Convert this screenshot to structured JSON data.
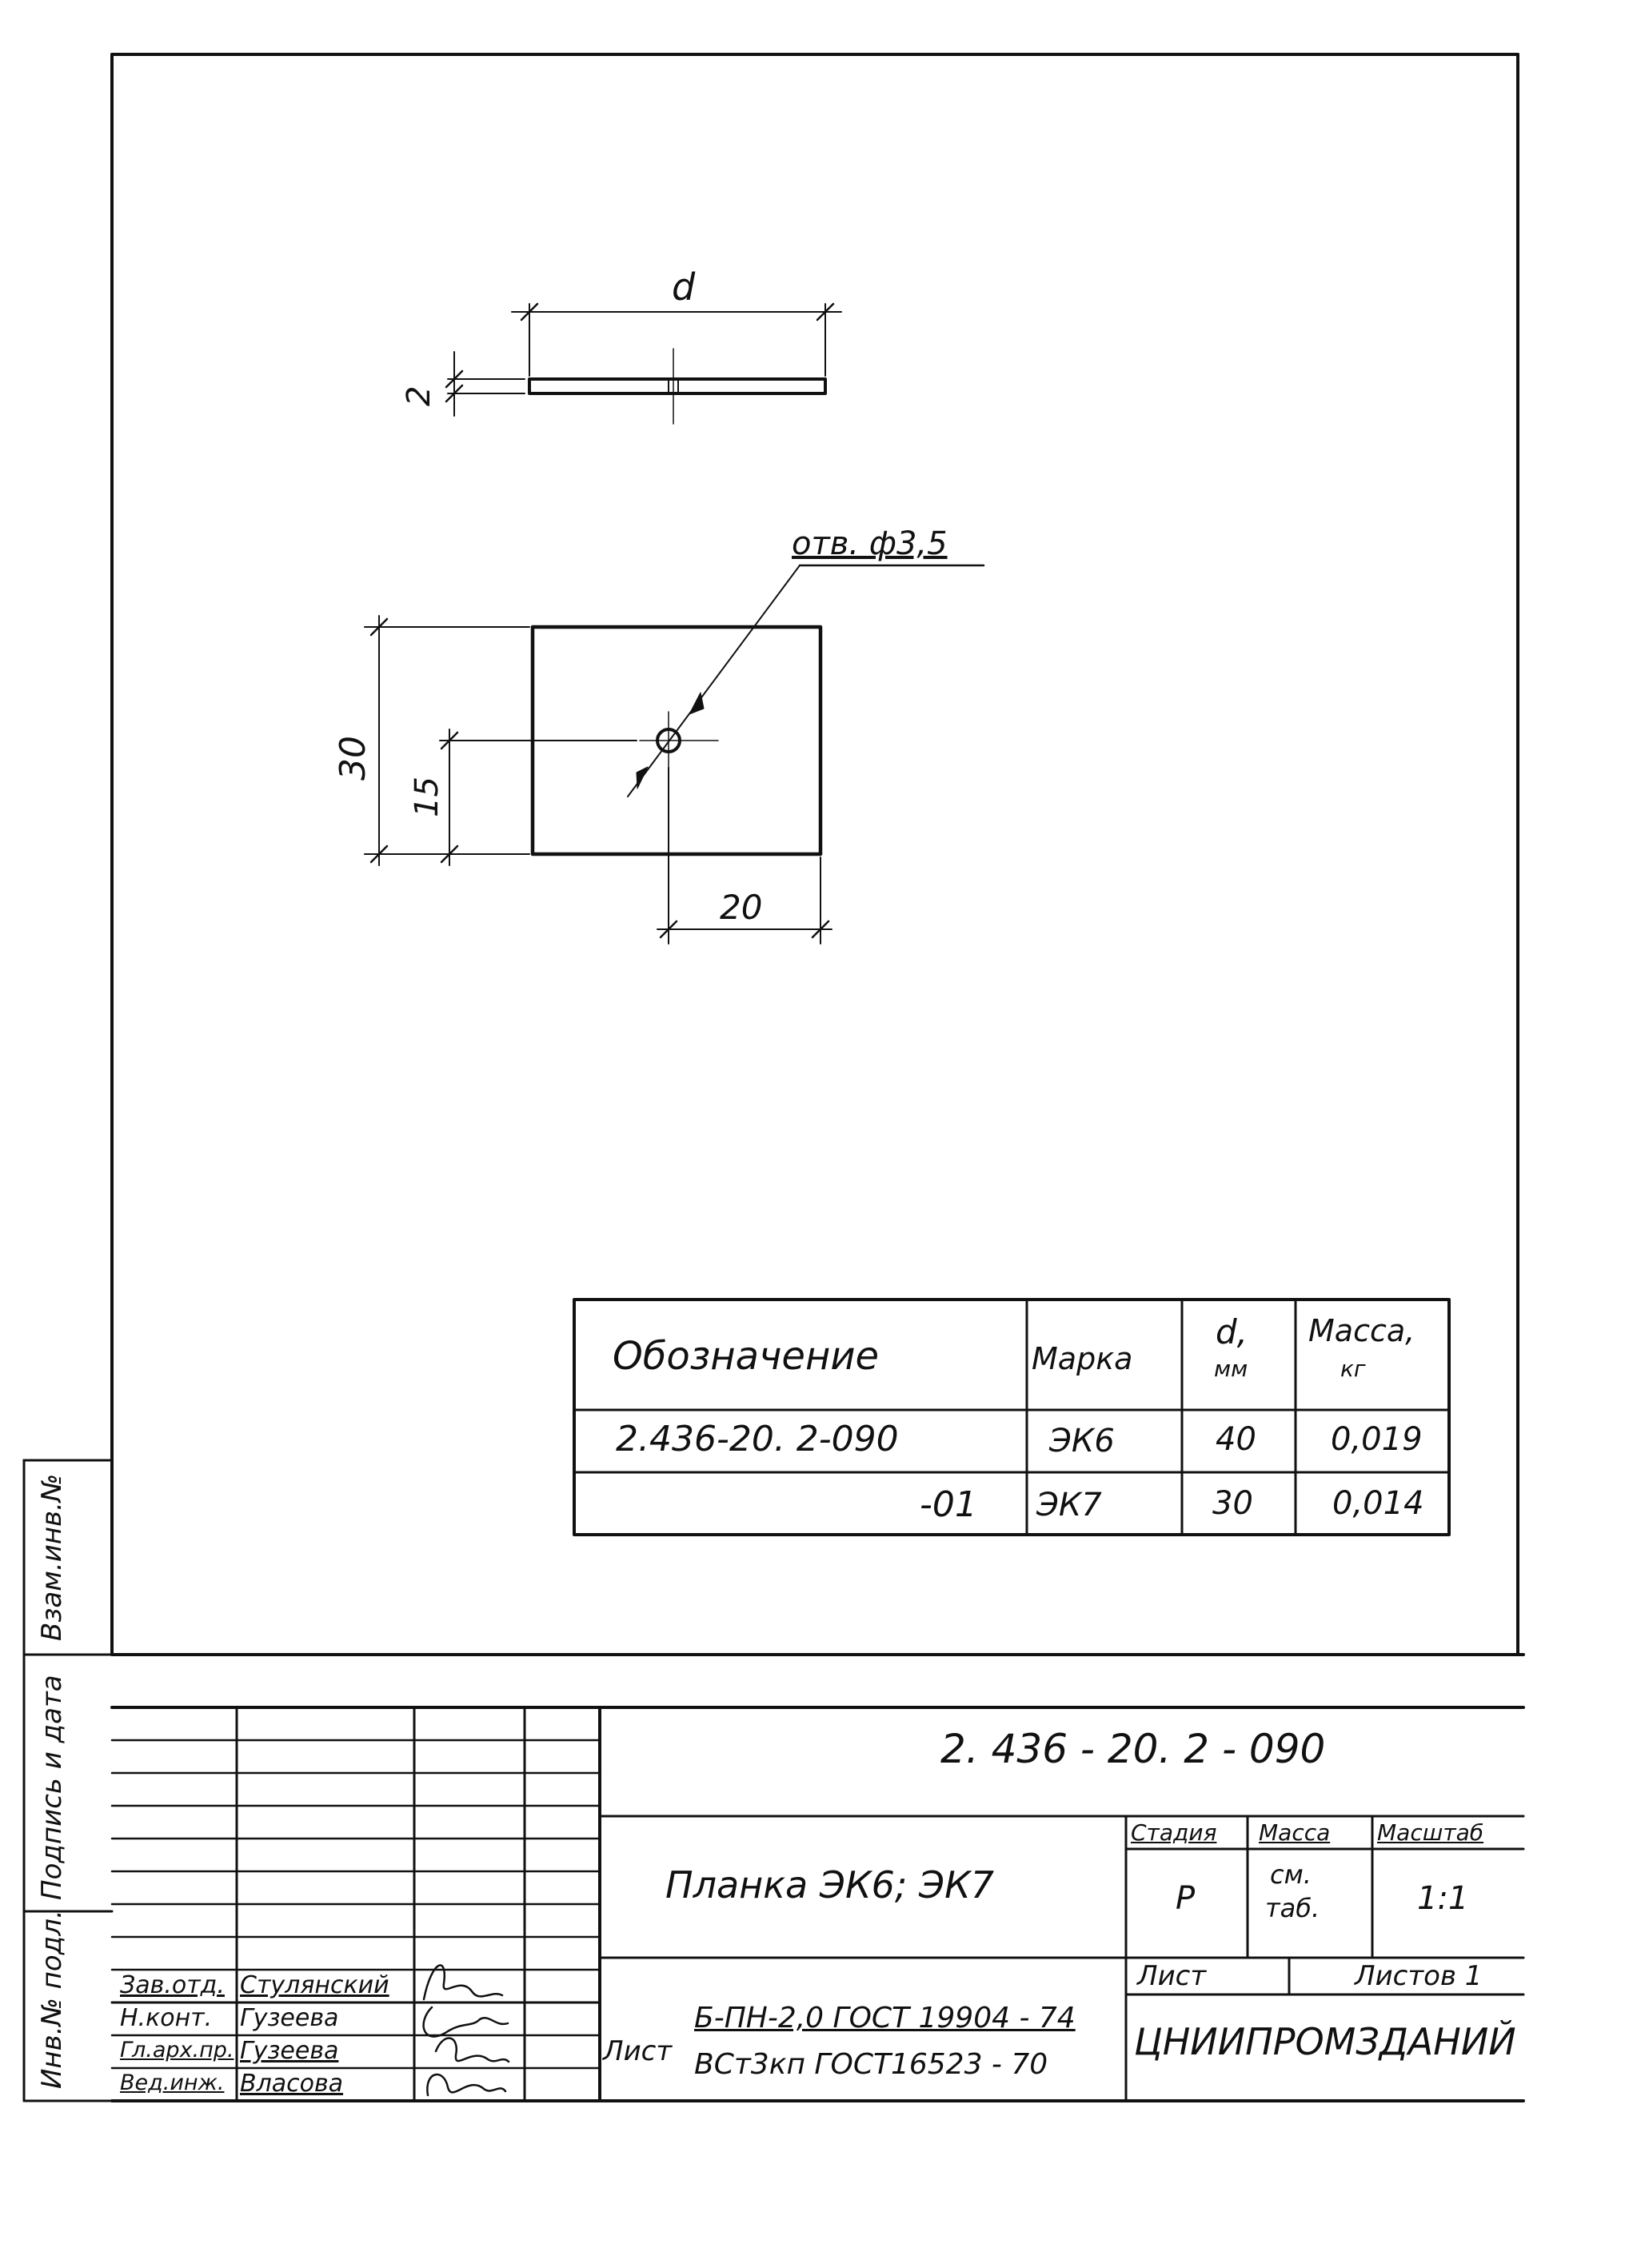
{
  "drawing": {
    "dim_d": "d",
    "dim_thickness": "2",
    "hole_note": "отв. ф3,5",
    "dim_height": "30",
    "dim_hole_height": "15",
    "dim_hole_x": "20"
  },
  "spec_table": {
    "headers": {
      "designation": "Обозначение",
      "mark": "Марка",
      "d": "d,",
      "d_unit": "мм",
      "mass": "Масса,",
      "mass_unit": "кг"
    },
    "rows": [
      {
        "designation": "2.436-20. 2-090",
        "mark": "ЭК6",
        "d": "40",
        "mass": "0,019"
      },
      {
        "designation": "-01",
        "mark": "ЭК7",
        "d": "30",
        "mass": "0,014"
      }
    ]
  },
  "side_stamp": {
    "inv_podl": "Инв.№ подл.",
    "sign_date": "Подпись и дата",
    "vzam_inv": "Взам.инв.№"
  },
  "title_block": {
    "code": "2. 436 - 20. 2 - 090",
    "name": "Планка ЭК6; ЭК7",
    "stage_label": "Стадия",
    "mass_label": "Масса",
    "scale_label": "Масштаб",
    "stage_value": "Р",
    "mass_value_1": "см.",
    "mass_value_2": "таб.",
    "scale_value": "1:1",
    "sheet_label": "Лист",
    "sheets_label": "Листов 1",
    "material_prefix": "Лист",
    "material_line1": "Б-ПН-2,0 ГОСТ 19904 - 74",
    "material_line2": "ВСт3кп ГОСТ16523 - 70",
    "organization": "ЦНИИПРОМЗДАНИЙ",
    "roles": [
      {
        "role": "Зав.отд.",
        "name": "Стулянский"
      },
      {
        "role": "Н.конт.",
        "name": "Гузеева"
      },
      {
        "role": "Гл.арх.пр.",
        "name": "Гузеева"
      },
      {
        "role": "Вед.инж.",
        "name": "Власова"
      }
    ]
  }
}
